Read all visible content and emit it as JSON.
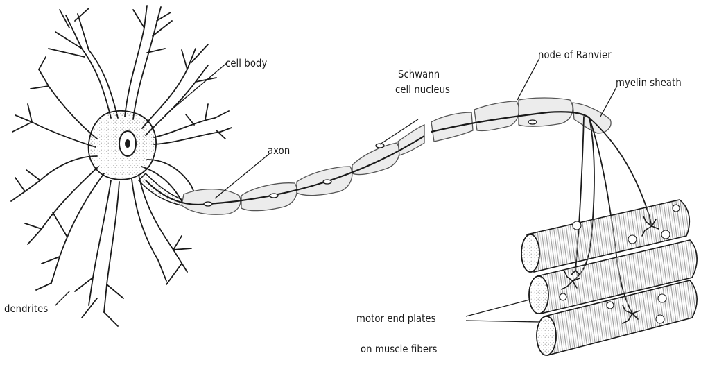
{
  "diagram": {
    "labels": {
      "cell_body": "cell body",
      "schwann_line1": "Schwann",
      "schwann_line2": "cell nucleus",
      "node_of_ranvier": "node of Ranvier",
      "myelin_sheath": "myelin sheath",
      "axon": "axon",
      "dendrites": "dendrites",
      "motor_end_plates_line1": "motor end plates",
      "motor_end_plates_line2": "on muscle fibers"
    },
    "colors": {
      "ink": "#1a1a1a",
      "stipple": "#8a8a8a",
      "sheath_fill": "#ececec",
      "muscle_fill": "#e2e2e2",
      "background": "#ffffff"
    }
  }
}
